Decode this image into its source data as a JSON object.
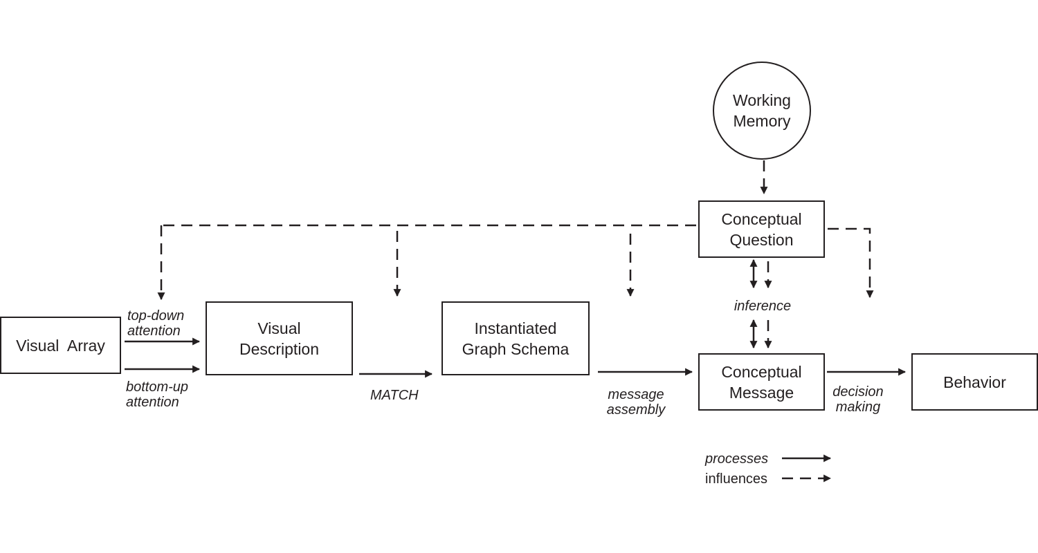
{
  "nodes": {
    "working_memory": [
      "Working",
      "Memory"
    ],
    "conceptual_question": [
      "Conceptual",
      "Question"
    ],
    "visual_array": [
      "Visual  Array"
    ],
    "visual_description": [
      "Visual",
      "Description"
    ],
    "graph_schema": [
      "Instantiated",
      "Graph Schema"
    ],
    "conceptual_message": [
      "Conceptual",
      "Message"
    ],
    "behavior": [
      "Behavior"
    ]
  },
  "labels": {
    "top_down": [
      "top-down",
      "attention"
    ],
    "bottom_up": [
      "bottom-up",
      "attention"
    ],
    "match": "MATCH",
    "message_assembly": [
      "message",
      "assembly"
    ],
    "inference": "inference",
    "decision_making": [
      "decision",
      "making"
    ]
  },
  "legend": {
    "processes": "processes",
    "influences": "influences"
  },
  "colors": {
    "ink": "#231f20",
    "background": "#ffffff"
  }
}
